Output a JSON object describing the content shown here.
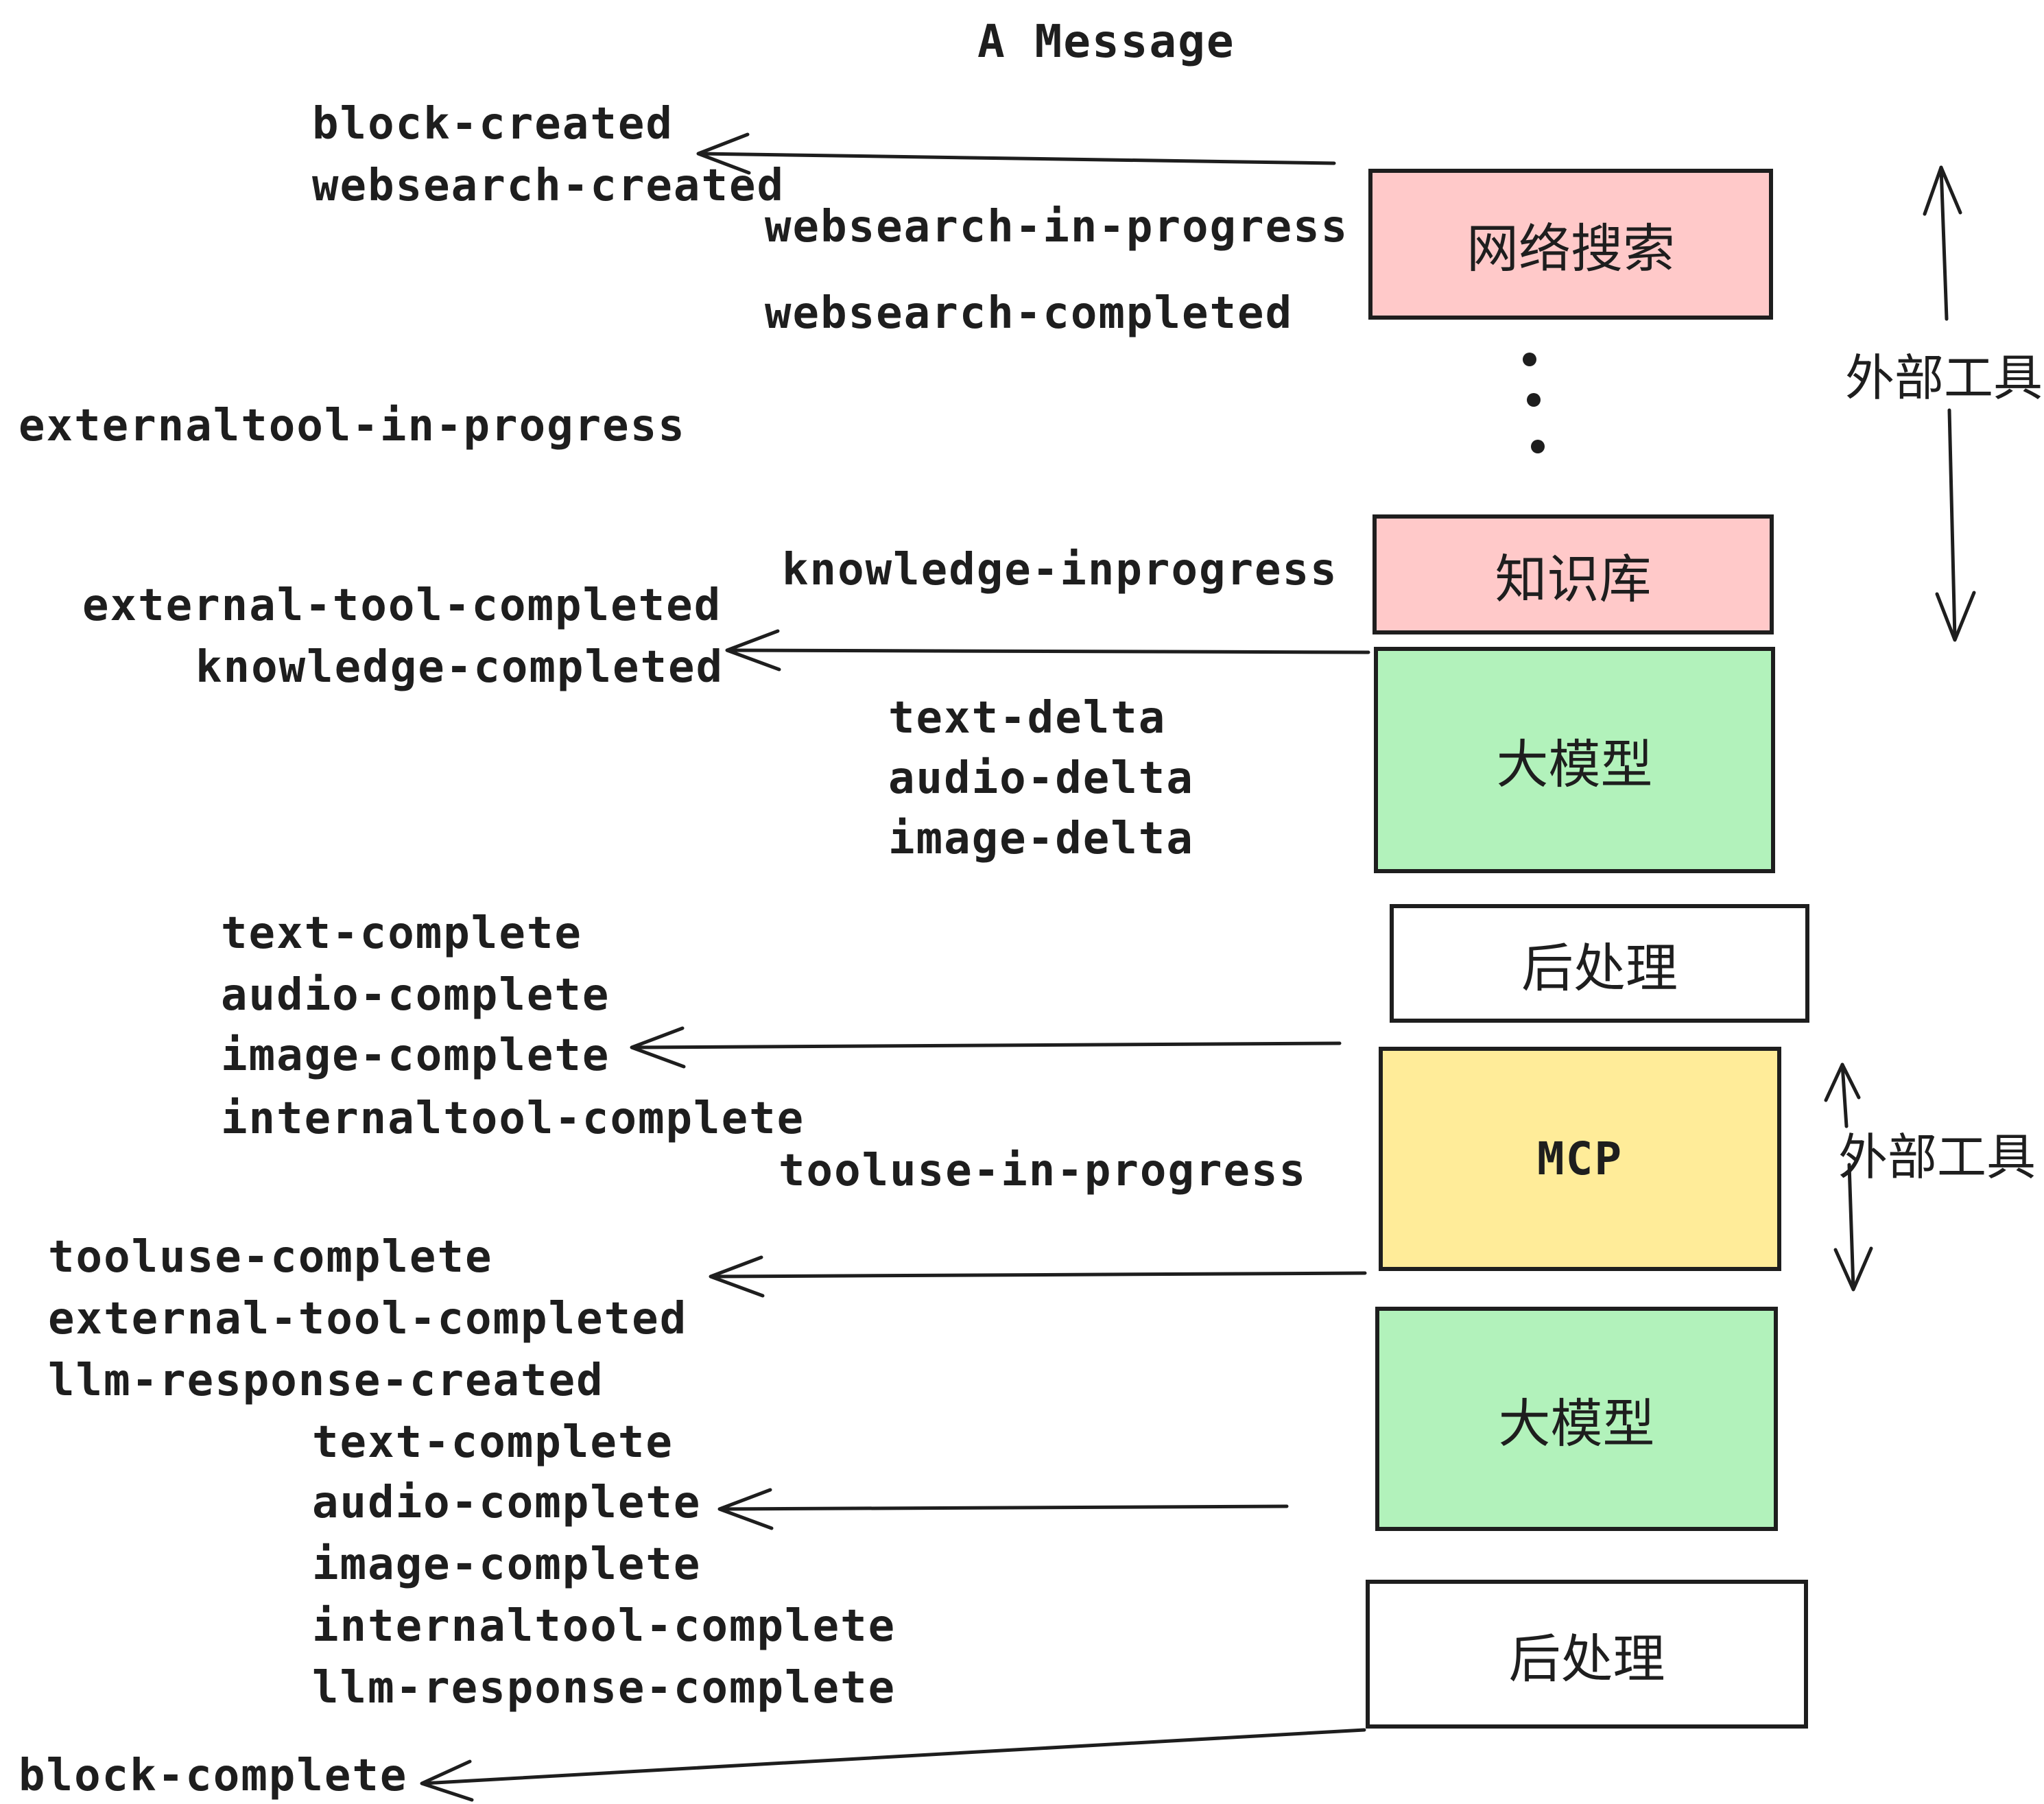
{
  "title": "A Message",
  "colors": {
    "stroke": "#1e1e1e",
    "pink": "#ffc9c9",
    "green": "#b2f2bb",
    "yellow": "#ffec99",
    "white": "#ffffff"
  },
  "boxes": [
    {
      "id": "websearch",
      "label": "网络搜索",
      "fill": "#ffc9c9"
    },
    {
      "id": "knowledge",
      "label": "知识库",
      "fill": "#ffc9c9"
    },
    {
      "id": "llm-1",
      "label": "大模型",
      "fill": "#b2f2bb"
    },
    {
      "id": "postprocess-1",
      "label": "后处理",
      "fill": "#ffffff"
    },
    {
      "id": "mcp",
      "label": "MCP",
      "fill": "#ffec99"
    },
    {
      "id": "llm-2",
      "label": "大模型",
      "fill": "#b2f2bb"
    },
    {
      "id": "postprocess-2",
      "label": "后处理",
      "fill": "#ffffff"
    }
  ],
  "side_labels": [
    "外部工具",
    "外部工具"
  ],
  "events": [
    "block-created",
    "websearch-created",
    "websearch-in-progress",
    "websearch-completed",
    "externaltool-in-progress",
    "knowledge-inprogress",
    "external-tool-completed",
    "knowledge-completed",
    "text-delta",
    "audio-delta",
    "image-delta",
    "text-complete",
    "audio-complete",
    "image-complete",
    "internaltool-complete",
    "tooluse-in-progress",
    "tooluse-complete",
    "external-tool-completed",
    "llm-response-created",
    "text-complete",
    "audio-complete",
    "image-complete",
    "internaltool-complete",
    "llm-response-complete",
    "block-complete"
  ]
}
